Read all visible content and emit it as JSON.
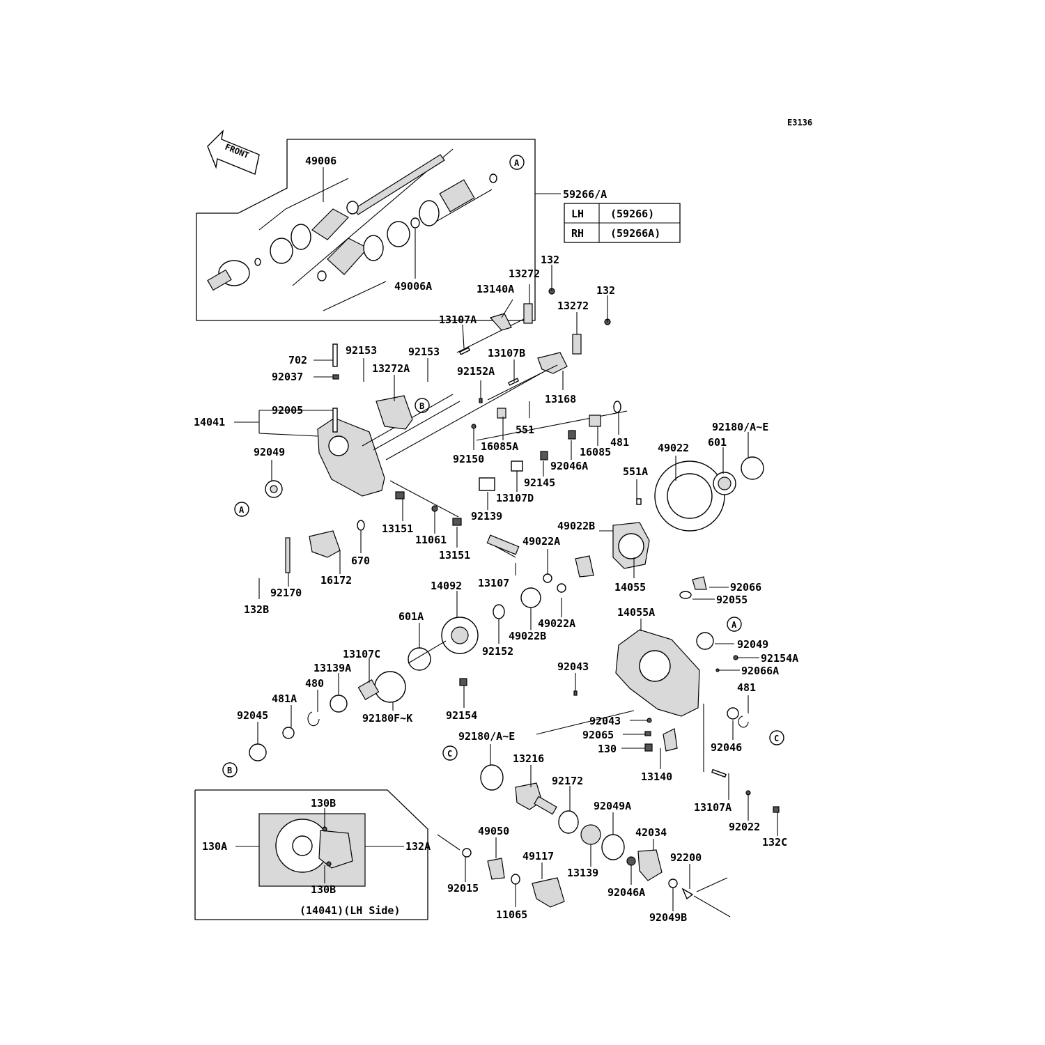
{
  "diagram_code": "E3136",
  "front_label": "FRONT",
  "kit": {
    "label": "59266/A",
    "rows": [
      {
        "side": "LH",
        "part": "(59266)"
      },
      {
        "side": "RH",
        "part": "(59266A)"
      }
    ]
  },
  "inset_caption": "(14041)(LH Side)",
  "callout_letters": {
    "a": "A",
    "b": "B",
    "c": "C"
  },
  "parts": {
    "p49006": "49006",
    "p49006A": "49006A",
    "p132": "132",
    "p13272": "13272",
    "p13140A": "13140A",
    "p13107A": "13107A",
    "p13107B": "13107B",
    "p13168": "13168",
    "p702": "702",
    "p92037": "92037",
    "p92153": "92153",
    "p13272A": "13272A",
    "p92005": "92005",
    "p14041": "14041",
    "p92049": "92049",
    "p92152A": "92152A",
    "p551": "551",
    "p16085A": "16085A",
    "p92150": "92150",
    "p16085": "16085",
    "p481": "481",
    "p92046A": "92046A",
    "p92145": "92145",
    "p13107D": "13107D",
    "p92139": "92139",
    "p13151": "13151",
    "p11061": "11061",
    "p670": "670",
    "p92170": "92170",
    "p16172": "16172",
    "p132B": "132B",
    "p49022": "49022",
    "p601": "601",
    "p92180AE": "92180/A~E",
    "p551A": "551A",
    "p49022B": "49022B",
    "p49022A": "49022A",
    "p14055": "14055",
    "p13107": "13107",
    "p14092": "14092",
    "p92152": "92152",
    "p601A": "601A",
    "p13107C": "13107C",
    "p13139A": "13139A",
    "p480": "480",
    "p481A": "481A",
    "p92045": "92045",
    "p92180FK": "92180F~K",
    "p92154": "92154",
    "p92066": "92066",
    "p92055": "92055",
    "p14055A": "14055A",
    "p92154A": "92154A",
    "p92066A": "92066A",
    "p92043": "92043",
    "p92065": "92065",
    "p130": "130",
    "p13140": "13140",
    "p92046": "92046",
    "p13107A2": "13107A",
    "p92022": "92022",
    "p132C": "132C",
    "p13216": "13216",
    "p92172": "92172",
    "p92049A": "92049A",
    "p42034": "42034",
    "p92200": "92200",
    "p49050": "49050",
    "p49117": "49117",
    "p92015": "92015",
    "p11065": "11065",
    "p13139": "13139",
    "p92046A2": "92046A",
    "p92049B": "92049B",
    "p130A": "130A",
    "p130B": "130B",
    "p132A": "132A"
  }
}
